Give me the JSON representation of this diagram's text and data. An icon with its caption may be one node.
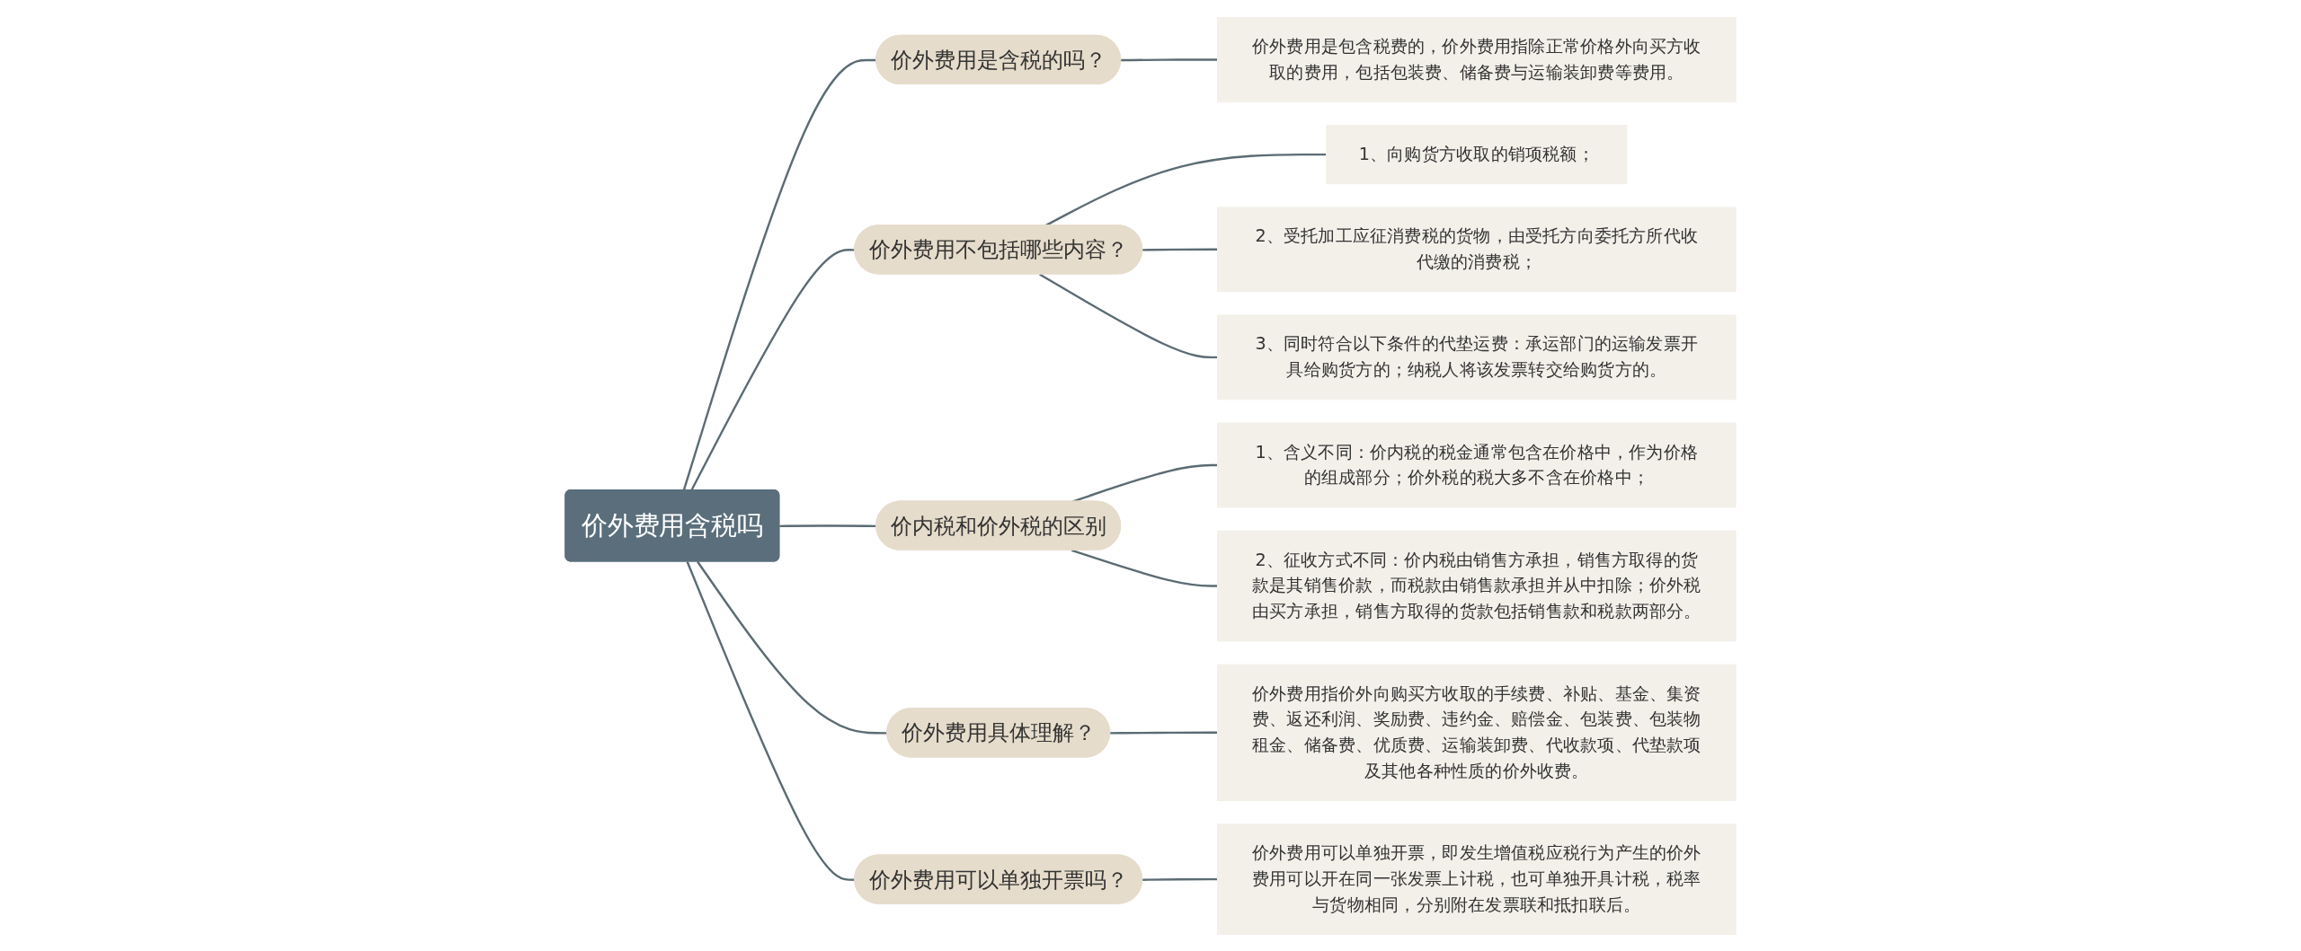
{
  "diagram": {
    "nodes": [
      {
        "text": [
          "价外费用含税吗"
        ]
      },
      {
        "text": [
          "价外费用是含税的吗？"
        ]
      },
      {
        "text": [
          "价外费用是包含税费的，价外费用指除正常价格外向买方收取的费用，包括包装费、储备费与运输装卸费等费用。"
        ]
      },
      {
        "text": [
          "价外费用不包括哪些内容？"
        ]
      },
      {
        "text": [
          "1、向购货方收取的销项税额；"
        ]
      },
      {
        "text": [
          "2、受托加工应征消费税的货物，由受托方向委托方所代收代缴的消费税；"
        ]
      },
      {
        "text": [
          "3、同时符合以下条件的代垫运费：承运部门的运输发票开具给购货方的；纳税人将该发票转交给购货方的。"
        ]
      },
      {
        "text": [
          "价内税和价外税的区别"
        ]
      },
      {
        "text": [
          "1、含义不同：价内税的税金通常包含在价格中，作为价格的组成部分；价外税的税大多不含在价格中；"
        ]
      },
      {
        "text": [
          "2、征收方式不同：价内税由销售方承担，销售方取得的货款是其销售价款，而税款由销售款承担并从中扣除；价外税由买方承担，销售方取得的货款包括销售款和税款两部分。"
        ]
      },
      {
        "text": [
          "价外费用具体理解？"
        ]
      },
      {
        "text": [
          "价外费用指价外向购买方收取的手续费、补贴、基金、集资费、返还利润、奖励费、违约金、赔偿金、包装费、包装物租金、储备费、优质费、运输装卸费、代收款项、代垫款项及其他各种性质的价外收费。"
        ]
      },
      {
        "text": [
          "价外费用可以单独开票吗？"
        ]
      },
      {
        "text": [
          "价外费用可以单独开票，即发生增值税应税行为产生的价外费用可以开在同一张发票上计税，也可单独开具计税，税率与货物相同，分别附在发票联和抵扣联后。"
        ]
      }
    ],
    "edges": [
      {
        "from": 0,
        "to": 1,
        "arrow": "none"
      },
      {
        "from": 1,
        "to": 2,
        "arrow": "none"
      },
      {
        "from": 0,
        "to": 3,
        "arrow": "none"
      },
      {
        "from": 3,
        "to": 4,
        "arrow": "none"
      },
      {
        "from": 3,
        "to": 5,
        "arrow": "none"
      },
      {
        "from": 3,
        "to": 6,
        "arrow": "none"
      },
      {
        "from": 0,
        "to": 7,
        "arrow": "none"
      },
      {
        "from": 7,
        "to": 8,
        "arrow": "none"
      },
      {
        "from": 7,
        "to": 9,
        "arrow": "none"
      },
      {
        "from": 0,
        "to": 10,
        "arrow": "none"
      },
      {
        "from": 10,
        "to": 11,
        "arrow": "none"
      },
      {
        "from": 0,
        "to": 12,
        "arrow": "none"
      },
      {
        "from": 12,
        "to": 13,
        "arrow": "none"
      }
    ]
  }
}
